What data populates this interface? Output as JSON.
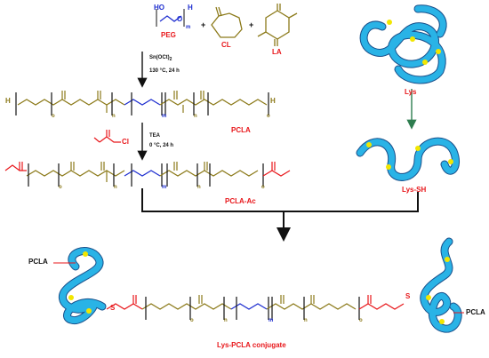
{
  "reagents": {
    "peg_label": "PEG",
    "peg_h": "H",
    "peg_o": "O",
    "peg_m": "m",
    "peg_ho": "HO",
    "plus": "+",
    "cl_label": "CL",
    "la_label": "LA"
  },
  "step1": {
    "catalyst": "Sn(OCt)",
    "catalyst_sub": "2",
    "conditions": "130 °C, 24 h"
  },
  "pcla": {
    "label": "PCLA",
    "h_end": "H",
    "h_end2": "H"
  },
  "step2": {
    "reagent_cl": "Cl",
    "base": "TEA",
    "conditions": "0 °C, 24 h"
  },
  "pcla_ac": {
    "label": "PCLA-Ac"
  },
  "protein": {
    "lys_label": "Lys",
    "lys_sh_label": "Lys-SH"
  },
  "conjugate": {
    "label": "Lys-PCLA conjugate",
    "pcla_left": "PCLA",
    "pcla_right": "PCLA",
    "s_left": "S",
    "s_right": "S"
  },
  "subscripts": {
    "m": "m",
    "n": "n",
    "o": "o"
  },
  "colors": {
    "polyester": "#8c7a1a",
    "peg": "#1f2fd0",
    "acrylate": "#e8171b",
    "protein": "#29b3e6",
    "thiol": "#f2e600",
    "arrow": "#111111",
    "arrow_green": "#2e7d4f"
  }
}
